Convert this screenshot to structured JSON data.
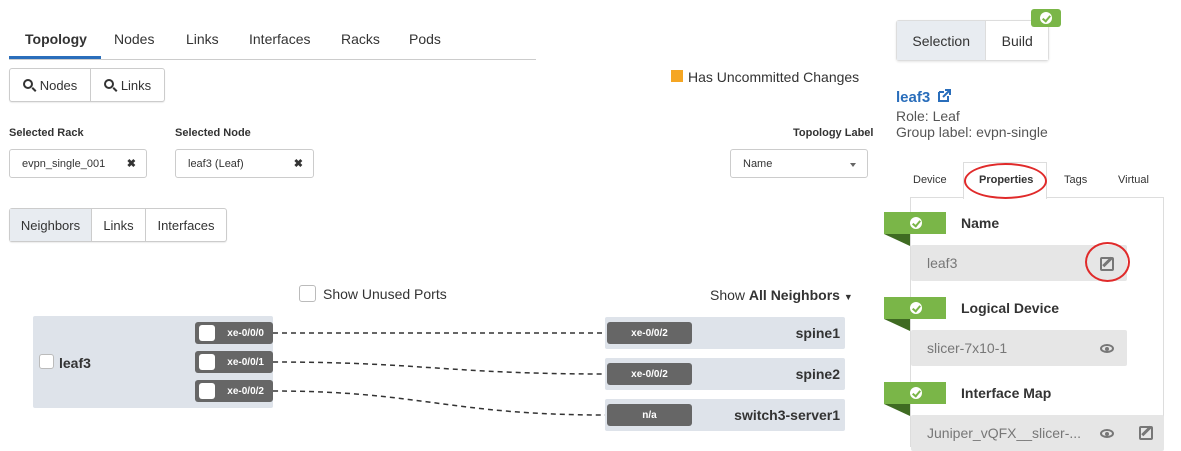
{
  "tabs": [
    "Topology",
    "Nodes",
    "Links",
    "Interfaces",
    "Racks",
    "Pods"
  ],
  "filter_buttons": {
    "nodes": "Nodes",
    "links": "Links"
  },
  "uncommitted": {
    "label": "Has Uncommitted Changes",
    "color": "#f5a623"
  },
  "selected_rack": {
    "label": "Selected Rack",
    "value": "evpn_single_001"
  },
  "selected_node": {
    "label": "Selected Node",
    "value": "leaf3 (Leaf)"
  },
  "topology_label": {
    "label": "Topology Label",
    "value": "Name"
  },
  "view_buttons": [
    "Neighbors",
    "Links",
    "Interfaces"
  ],
  "show_unused_ports": "Show Unused Ports",
  "show_neighbors": {
    "prefix": "Show ",
    "value": "All Neighbors"
  },
  "diagram": {
    "node": "leaf3",
    "ports": [
      "xe-0/0/0",
      "xe-0/0/1",
      "xe-0/0/2"
    ],
    "neighbors": [
      {
        "port": "xe-0/0/2",
        "name": "spine1"
      },
      {
        "port": "xe-0/0/2",
        "name": "spine2"
      },
      {
        "port": "n/a",
        "name": "switch3-server1"
      }
    ]
  },
  "mode_buttons": {
    "selection": "Selection",
    "build": "Build"
  },
  "selection": {
    "title": "leaf3",
    "role": "Role: Leaf",
    "group": "Group label: evpn-single"
  },
  "sub_tabs": [
    "Device",
    "Properties",
    "Tags",
    "Virtual"
  ],
  "properties": {
    "name": {
      "title": "Name",
      "value": "leaf3"
    },
    "logical_device": {
      "title": "Logical Device",
      "value": "slicer-7x10-1"
    },
    "interface_map": {
      "title": "Interface Map",
      "value": "Juniper_vQFX__slicer-..."
    }
  },
  "colors": {
    "accent": "#2a6ebb",
    "success": "#7ab648",
    "highlight": "#e02a2a"
  }
}
